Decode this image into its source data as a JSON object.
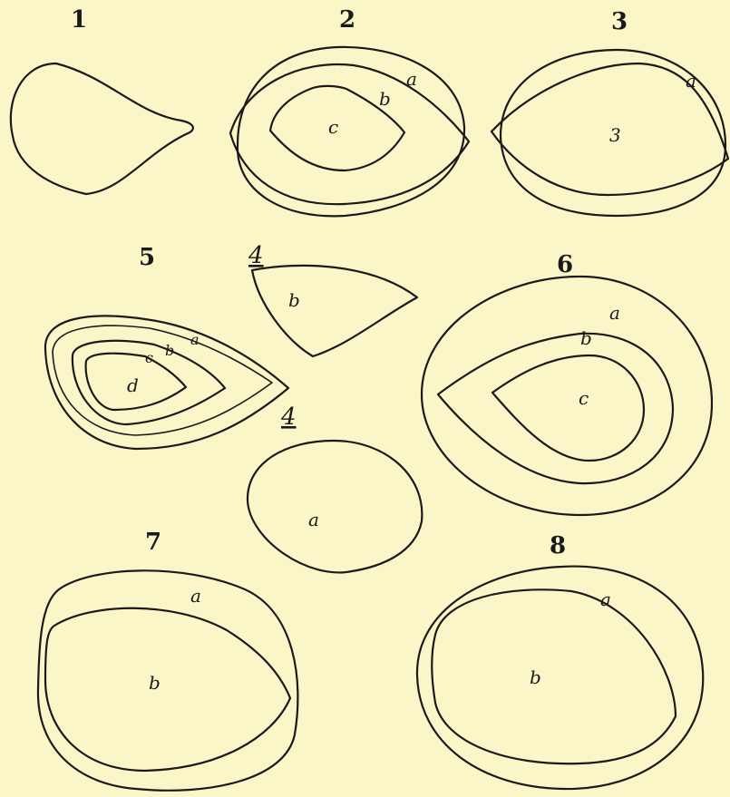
{
  "figures": {
    "f1": {
      "number": "1"
    },
    "f2": {
      "number": "2",
      "labels": {
        "a": "a",
        "b": "b",
        "c": "c"
      }
    },
    "f3": {
      "number": "3",
      "labels": {
        "a": "a",
        "center": "3"
      }
    },
    "f4_top": {
      "number": "4",
      "labels": {
        "b": "b"
      }
    },
    "f4_bottom": {
      "number": "4",
      "labels": {
        "a": "a"
      }
    },
    "f5": {
      "number": "5",
      "labels": {
        "a": "a",
        "b": "b",
        "c": "c",
        "d": "d"
      }
    },
    "f6": {
      "number": "6",
      "labels": {
        "a": "a",
        "b": "b",
        "c": "c"
      }
    },
    "f7": {
      "number": "7",
      "labels": {
        "a": "a",
        "b": "b"
      }
    },
    "f8": {
      "number": "8",
      "labels": {
        "a": "a",
        "b": "b"
      }
    }
  },
  "colors": {
    "paper": "#fbf6c8",
    "ink": "#1a1a1a"
  }
}
